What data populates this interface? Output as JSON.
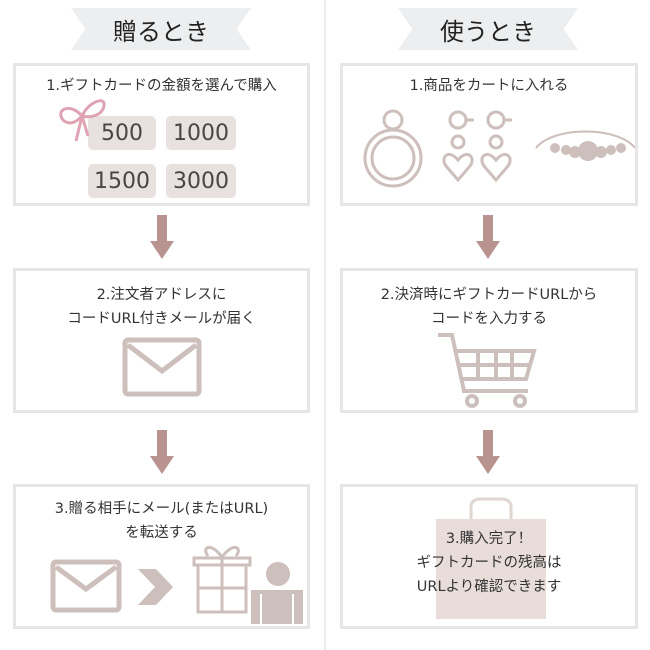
{
  "left": {
    "title": "贈るとき",
    "steps": [
      {
        "label": "1.ギフトカードの金額を選んで購入"
      },
      {
        "line1": "2.注文者アドレスに",
        "line2": "コードURL付きメールが届く"
      },
      {
        "line1": "3.贈る相手にメール(またはURL)",
        "line2": "を転送する"
      }
    ],
    "amounts": [
      "500",
      "1000",
      "1500",
      "3000"
    ]
  },
  "right": {
    "title": "使うとき",
    "steps": [
      {
        "label": "1.商品をカートに入れる"
      },
      {
        "line1": "2.決済時にギフトカードURLから",
        "line2": "コードを入力する"
      },
      {
        "line1": "3.購入完了！",
        "line2": "ギフトカードの残高は",
        "line3": "URLより確認できます"
      }
    ]
  },
  "colors": {
    "icon": "#cdbfbb",
    "arrow": "#b8938f",
    "border": "#e6e6e6",
    "banner": "#edeeef"
  }
}
